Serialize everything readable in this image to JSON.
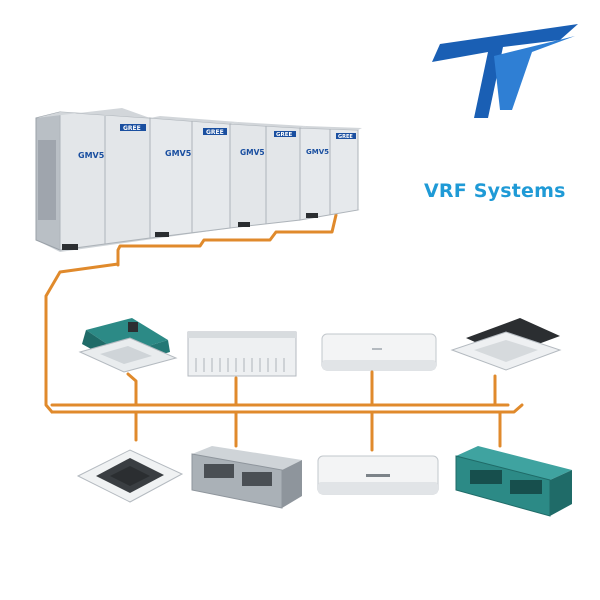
{
  "caption": "VRF Systems",
  "colors": {
    "logo": "#1a5fb4",
    "caption": "#1f9ad6",
    "pipe": "#e08a2c",
    "unit_body": "#e3e6e9",
    "unit_edge": "#aeb4ba",
    "teal": "#2c8a86",
    "dark": "#2b2e31"
  },
  "outdoor_units": [
    {
      "brand": "GREE",
      "model": "GMV5"
    },
    {
      "brand": "GREE",
      "model": "GMV5"
    },
    {
      "brand": "GREE",
      "model": "GMV5"
    },
    {
      "brand": "GREE",
      "model": "GMV5"
    }
  ],
  "indoor_units": [
    {
      "type": "cassette-teal"
    },
    {
      "type": "ceiling-floor-white"
    },
    {
      "type": "wall-mounted-white"
    },
    {
      "type": "cassette-dark-top"
    },
    {
      "type": "cassette-white-dark"
    },
    {
      "type": "ducted-grey"
    },
    {
      "type": "wall-mounted-white"
    },
    {
      "type": "ducted-teal"
    }
  ]
}
